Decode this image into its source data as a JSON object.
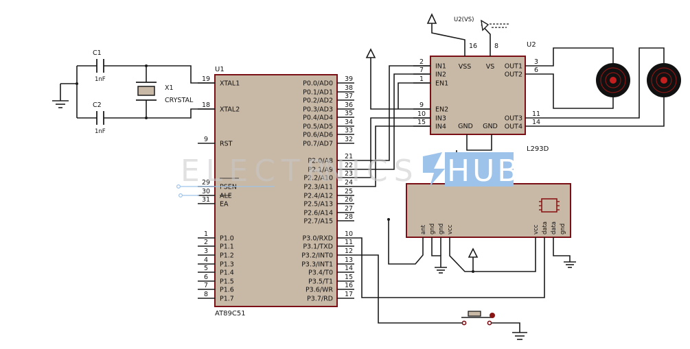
{
  "u1": {
    "ref": "U1",
    "part": "AT89C51",
    "left_pins": [
      {
        "num": "19",
        "name": "XTAL1"
      },
      {
        "num": "18",
        "name": "XTAL2"
      },
      {
        "num": "9",
        "name": "RST"
      },
      {
        "num": "29",
        "name": "PSEN"
      },
      {
        "num": "30",
        "name": "ALE"
      },
      {
        "num": "31",
        "name": "EA"
      },
      {
        "num": "1",
        "name": "P1.0"
      },
      {
        "num": "2",
        "name": "P1.1"
      },
      {
        "num": "3",
        "name": "P1.2"
      },
      {
        "num": "4",
        "name": "P1.3"
      },
      {
        "num": "5",
        "name": "P1.4"
      },
      {
        "num": "6",
        "name": "P1.5"
      },
      {
        "num": "7",
        "name": "P1.6"
      },
      {
        "num": "8",
        "name": "P1.7"
      }
    ],
    "right_pins": [
      {
        "num": "39",
        "name": "P0.0/AD0"
      },
      {
        "num": "38",
        "name": "P0.1/AD1"
      },
      {
        "num": "37",
        "name": "P0.2/AD2"
      },
      {
        "num": "36",
        "name": "P0.3/AD3"
      },
      {
        "num": "35",
        "name": "P0.4/AD4"
      },
      {
        "num": "34",
        "name": "P0.5/AD5"
      },
      {
        "num": "33",
        "name": "P0.6/AD6"
      },
      {
        "num": "32",
        "name": "P0.7/AD7"
      },
      {
        "num": "21",
        "name": "P2.0/A8"
      },
      {
        "num": "22",
        "name": "P2.1/A9"
      },
      {
        "num": "23",
        "name": "P2.2/A10"
      },
      {
        "num": "24",
        "name": "P2.3/A11"
      },
      {
        "num": "25",
        "name": "P2.4/A12"
      },
      {
        "num": "26",
        "name": "P2.5/A13"
      },
      {
        "num": "27",
        "name": "P2.6/A14"
      },
      {
        "num": "28",
        "name": "P2.7/A15"
      },
      {
        "num": "10",
        "name": "P3.0/RXD"
      },
      {
        "num": "11",
        "name": "P3.1/TXD"
      },
      {
        "num": "12",
        "name": "P3.2/INT0"
      },
      {
        "num": "13",
        "name": "P3.3/INT1"
      },
      {
        "num": "14",
        "name": "P3.4/T0"
      },
      {
        "num": "15",
        "name": "P3.5/T1"
      },
      {
        "num": "16",
        "name": "P3.6/WR"
      },
      {
        "num": "17",
        "name": "P3.7/RD"
      }
    ]
  },
  "u2": {
    "ref": "U2",
    "part": "L293D",
    "supply_label": "U2(VS)",
    "top_pins": [
      {
        "num": "16",
        "name": "VSS"
      },
      {
        "num": "8",
        "name": "VS"
      }
    ],
    "bottom_pins": [
      {
        "name": "GND"
      },
      {
        "name": "GND"
      }
    ],
    "left_pins": [
      {
        "num": "2",
        "name": "IN1"
      },
      {
        "num": "7",
        "name": "IN2"
      },
      {
        "num": "1",
        "name": "EN1"
      },
      {
        "num": "9",
        "name": "EN2"
      },
      {
        "num": "10",
        "name": "IN3"
      },
      {
        "num": "15",
        "name": "IN4"
      }
    ],
    "right_pins": [
      {
        "num": "3",
        "name": "OUT1"
      },
      {
        "num": "6",
        "name": "OUT2"
      },
      {
        "num": "11",
        "name": "OUT3"
      },
      {
        "num": "14",
        "name": "OUT4"
      }
    ]
  },
  "crystal": {
    "ref": "X1",
    "value": "CRYSTAL"
  },
  "caps": [
    {
      "ref": "C1",
      "value": "1nF"
    },
    {
      "ref": "C2",
      "value": "1nF"
    }
  ],
  "rf_module": {
    "pins": [
      "ant",
      "gnd",
      "gnd",
      "vcc",
      "vcc",
      "data",
      "data",
      "gnd"
    ]
  },
  "watermark": {
    "part1": "ELECTR",
    "part2": "NICS",
    "badge": "HUB"
  },
  "colors": {
    "chip_fill": "#c8b8a6",
    "chip_border": "#7a0f16",
    "wire": "#1a1a1a",
    "faint_wire": "#9ec3ea",
    "watermark_badge": "#9ec3ea"
  }
}
